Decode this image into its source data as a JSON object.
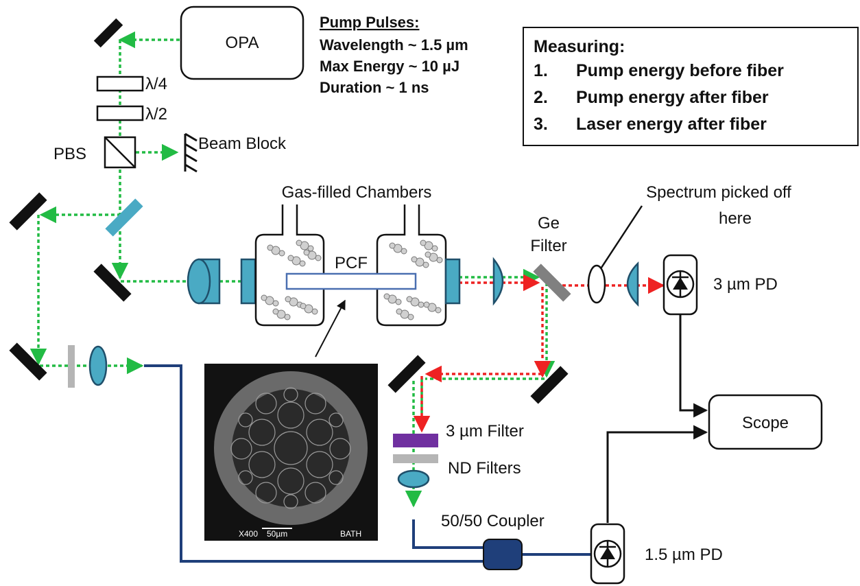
{
  "labels": {
    "opa": "OPA",
    "lambda4": "λ/4",
    "lambda2": "λ/2",
    "pbs": "PBS",
    "beam_block": "Beam Block",
    "gas_chambers": "Gas-filled Chambers",
    "pcf": "PCF",
    "ge_filter_line1": "Ge",
    "ge_filter_line2": "Filter",
    "spectrum_line1": "Spectrum picked off",
    "spectrum_line2": "here",
    "pd_3um": "3 µm PD",
    "filter_3um": "3 µm Filter",
    "nd_filters": "ND Filters",
    "coupler": "50/50 Coupler",
    "pd_15um": "1.5 µm PD",
    "scope": "Scope"
  },
  "pump": {
    "title": "Pump Pulses:",
    "lines": [
      "Wavelength ~ 1.5 µm",
      "Max Energy ~ 10 µJ",
      "Duration ~ 1 ns"
    ]
  },
  "measuring": {
    "title": "Measuring:",
    "items": [
      {
        "num": "1.",
        "text": "Pump energy before fiber"
      },
      {
        "num": "2.",
        "text": "Pump energy after fiber"
      },
      {
        "num": "3.",
        "text": "Laser energy after fiber"
      }
    ]
  },
  "sem": {
    "mag": "X400",
    "scale": "50µm",
    "brand": "BATH"
  },
  "colors": {
    "pump_beam": "#22bb44",
    "laser_beam": "#ee2222",
    "optic": "#4aaac4",
    "fiber": "#1f3f7a",
    "mirror": "#111111",
    "filter_3um": "#7030a0",
    "nd_filter": "#b5b5b5"
  }
}
